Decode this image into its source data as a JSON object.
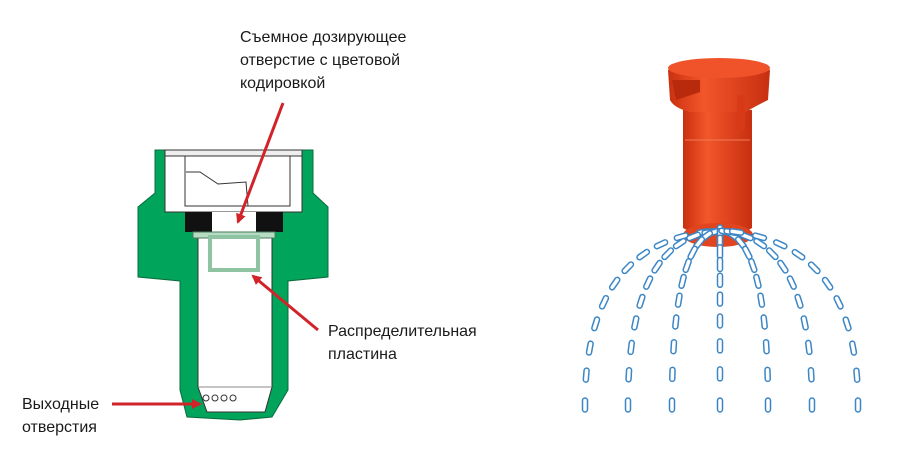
{
  "labels": {
    "orifice": [
      "Съемное дозирующее",
      "отверстие с цветовой",
      "кодировкой"
    ],
    "plate": [
      "Распределительная",
      "пластина"
    ],
    "outlets": [
      "Выходные",
      "отверстия"
    ]
  },
  "colors": {
    "body_green": "#00a45a",
    "plate_green": "#b7dcc4",
    "arrow_red": "#d2232a",
    "nozzle_red": "#e8401c",
    "spray_blue": "#3b86c6"
  }
}
